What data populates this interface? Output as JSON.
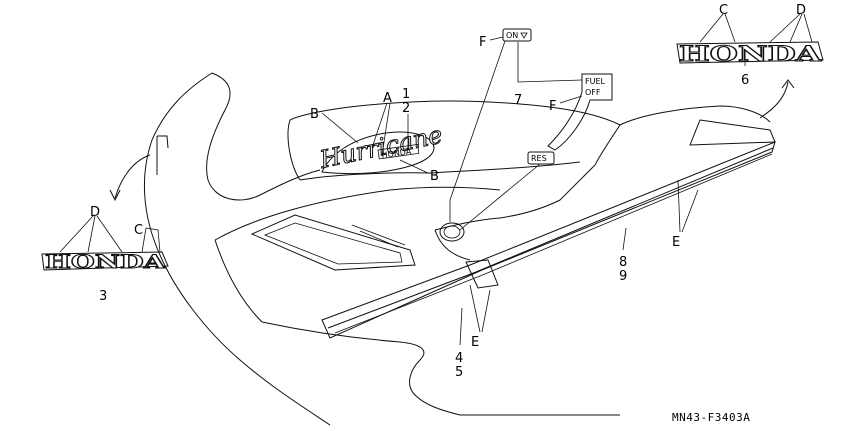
{
  "callouts": {
    "A": "A",
    "B": "B",
    "C": "C",
    "D": "D",
    "E": "E",
    "F": "F"
  },
  "part_numbers": {
    "p1": "1",
    "p2": "2",
    "p3": "3",
    "p4": "4",
    "p5": "5",
    "p6": "6",
    "p7": "7",
    "p8": "8",
    "p9": "9"
  },
  "emblems": {
    "brand": "HONDA",
    "model_script": "Hurricane",
    "model_sub": "HONDA"
  },
  "switch_labels": {
    "on": "ON",
    "fuel": "FUEL",
    "off": "OFF",
    "res": "RES"
  },
  "diagram_code": "MN43-F3403A"
}
